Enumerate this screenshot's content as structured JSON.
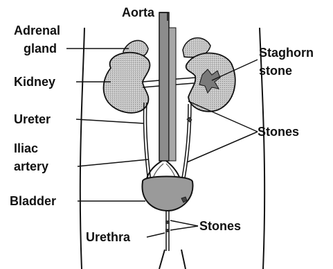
{
  "labels": {
    "aorta": "Aorta",
    "adrenal_1": "Adrenal",
    "adrenal_2": "gland",
    "kidney": "Kidney",
    "ureter": "Ureter",
    "iliac_1": "Iliac",
    "iliac_2": "artery",
    "bladder": "Bladder",
    "urethra": "Urethra",
    "staghorn_1": "Staghorn",
    "staghorn_2": "stone",
    "stones_upper": "Stones",
    "stones_lower": "Stones"
  },
  "colors": {
    "outline": "#111111",
    "body_fill": "#ffffff",
    "organ_fill": "#b3b3b3",
    "vessel_fill": "#8c8c8c"
  }
}
